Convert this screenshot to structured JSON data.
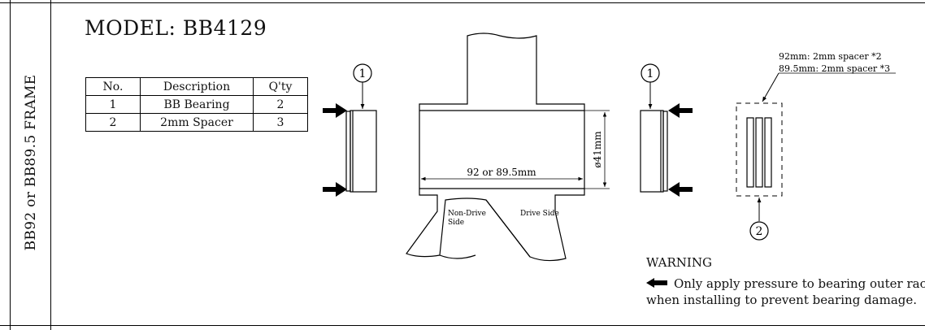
{
  "side_label": "BB92 or BB89.5 FRAME",
  "model_title": "MODEL: BB4129",
  "parts_table": {
    "headers": [
      "No.",
      "Description",
      "Q'ty"
    ],
    "rows": [
      [
        "1",
        "BB Bearing",
        "2"
      ],
      [
        "2",
        "2mm Spacer",
        "3"
      ]
    ]
  },
  "diagram": {
    "callout_left": "1",
    "callout_right": "1",
    "callout_spacer": "2",
    "width_dim": "92 or 89.5mm",
    "diameter_dim": "ø41mm",
    "non_drive_label_1": "Non-Drive",
    "non_drive_label_2": "Side",
    "drive_side_label": "Drive Side",
    "spacer_note_1": "92mm: 2mm spacer *2",
    "spacer_note_2": "89.5mm: 2mm spacer *3"
  },
  "warning": {
    "title": "WARNING",
    "line1": "Only apply pressure to bearing outer race",
    "line2": "when installing to prevent bearing damage."
  }
}
